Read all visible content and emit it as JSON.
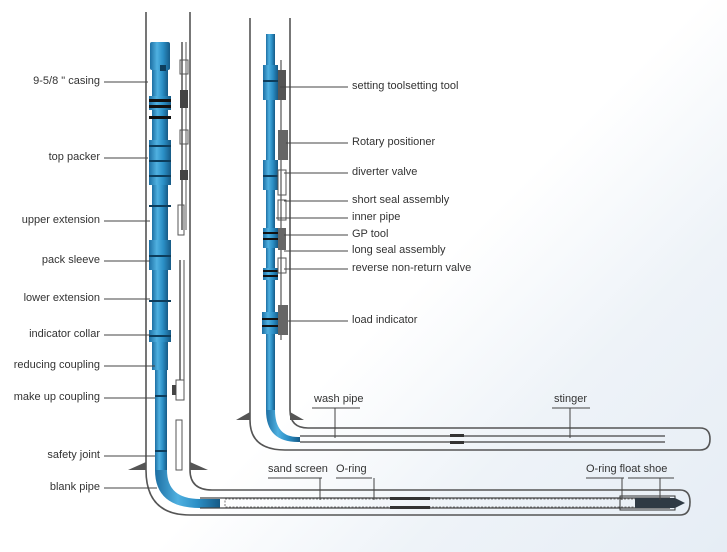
{
  "colors": {
    "tube_blue": "#2b8fc6",
    "tube_dark": "#1a5f8f",
    "wall_gray": "#555555",
    "leader_gray": "#444444",
    "label_text": "#333333"
  },
  "left_labels": [
    "9-5/8 \" casing",
    "top packer",
    "upper extension",
    "pack sleeve",
    "lower extension",
    "indicator collar",
    "reducing coupling",
    "make up coupling",
    "safety joint",
    "blank pipe"
  ],
  "right_labels": [
    "setting toolsetting tool",
    "Rotary positioner",
    "diverter valve",
    "short seal assembly",
    "inner pipe",
    "GP tool",
    "long seal assembly",
    "reverse non-return valve",
    "load indicator"
  ],
  "horizontal_labels": {
    "wash_pipe": "wash pipe",
    "stinger": "stinger",
    "sand_screen": "sand screen",
    "o_ring": "O-ring",
    "o_ring_float_shoe": "O-ring float shoe"
  }
}
